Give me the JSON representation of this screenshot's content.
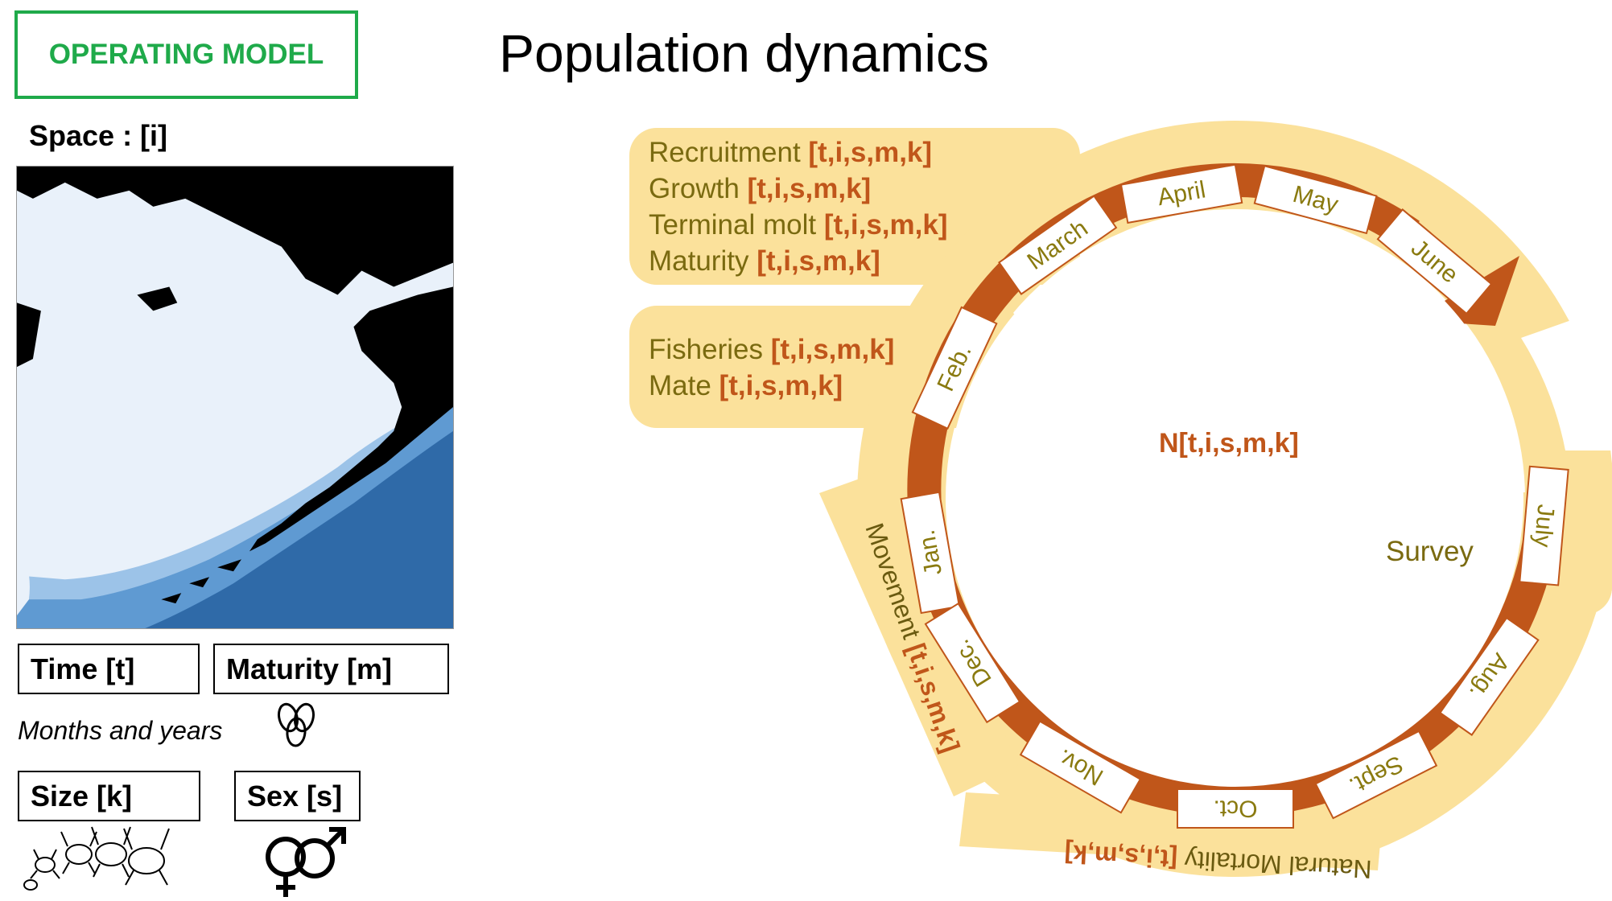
{
  "operating_model": "OPERATING MODEL",
  "title": "Population dynamics",
  "space_label": "Space : [i]",
  "dimensions": {
    "time": "Time [t]",
    "maturity": "Maturity [m]",
    "months_and_years": "Months and years",
    "size": "Size [k]",
    "sex": "Sex [s]"
  },
  "processes_top": [
    {
      "name": "Recruitment",
      "index": "[t,i,s,m,k]"
    },
    {
      "name": "Growth",
      "index": "[t,i,s,m,k]"
    },
    {
      "name": "Terminal molt",
      "index": "[t,i,s,m,k]"
    },
    {
      "name": "Maturity",
      "index": "[t,i,s,m,k]"
    }
  ],
  "processes_mid": [
    {
      "name": "Fisheries",
      "index": "[t,i,s,m,k]"
    },
    {
      "name": "Mate",
      "index": "[t,i,s,m,k]"
    }
  ],
  "center": "N[t,i,s,m,k]",
  "survey": "Survey",
  "movement": {
    "name": "Movement",
    "index": "[t,i,s,m,k]"
  },
  "natural_mortality": {
    "name": "Natural Mortality",
    "index": "[t,i,s,m,k]"
  },
  "months": [
    "Jan.",
    "Feb.",
    "March",
    "April",
    "May",
    "June",
    "July",
    "Aug.",
    "Sept.",
    "Oct.",
    "Nov.",
    "Dec."
  ],
  "colors": {
    "green": "#1faa4a",
    "cream": "#fbe19b",
    "rust": "#c0561a",
    "olive": "#7a6a10"
  }
}
